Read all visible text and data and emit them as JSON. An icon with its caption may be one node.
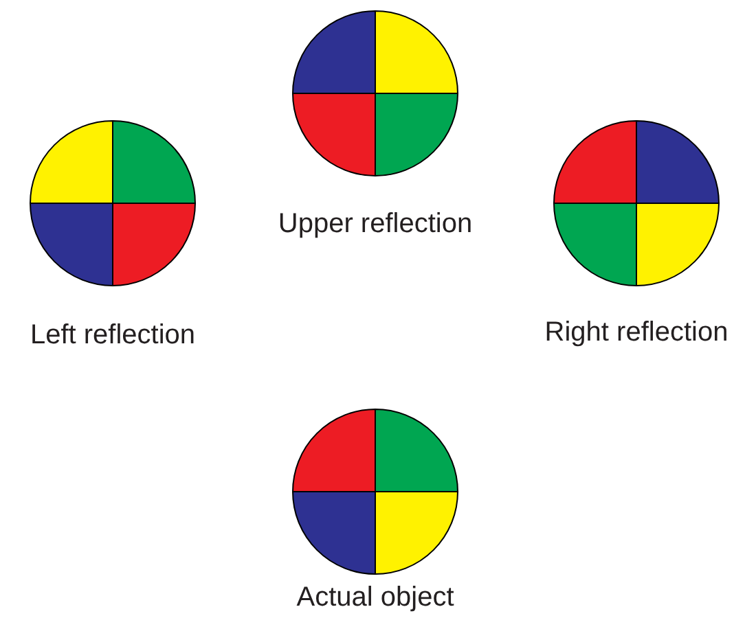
{
  "diagram": {
    "nodes": [
      {
        "text": [],
        "shape": "circle",
        "beside": [
          "Upper reflection"
        ]
      },
      {
        "text": [],
        "shape": "circle",
        "beside": [
          "Left reflection"
        ]
      },
      {
        "text": [],
        "shape": "circle",
        "beside": [
          "Right reflection"
        ]
      },
      {
        "text": [],
        "shape": "circle",
        "beside": [
          "Actual object"
        ]
      }
    ],
    "edges": []
  }
}
